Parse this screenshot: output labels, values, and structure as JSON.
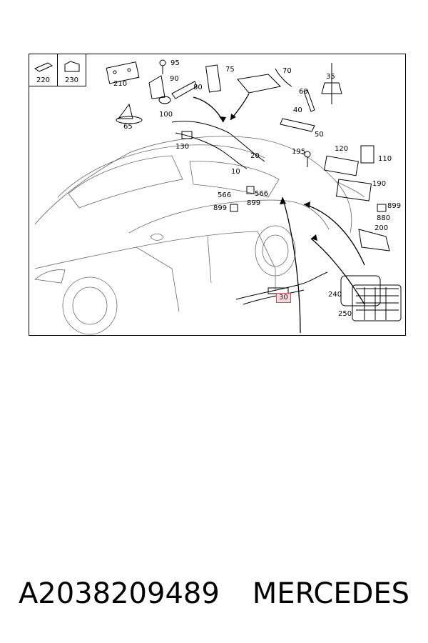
{
  "thumbnails": [
    {
      "label": "220",
      "icon": "strip-icon"
    },
    {
      "label": "230",
      "icon": "clip-icon"
    }
  ],
  "callouts": [
    {
      "id": "95",
      "label": "95"
    },
    {
      "id": "90",
      "label": "90"
    },
    {
      "id": "210",
      "label": "210"
    },
    {
      "id": "80",
      "label": "80"
    },
    {
      "id": "75",
      "label": "75"
    },
    {
      "id": "70",
      "label": "70"
    },
    {
      "id": "35",
      "label": "35"
    },
    {
      "id": "60",
      "label": "60"
    },
    {
      "id": "100",
      "label": "100"
    },
    {
      "id": "65",
      "label": "65"
    },
    {
      "id": "40",
      "label": "40"
    },
    {
      "id": "50",
      "label": "50"
    },
    {
      "id": "130",
      "label": "130"
    },
    {
      "id": "20",
      "label": "20"
    },
    {
      "id": "10",
      "label": "10"
    },
    {
      "id": "195",
      "label": "195"
    },
    {
      "id": "120",
      "label": "120"
    },
    {
      "id": "110",
      "label": "110"
    },
    {
      "id": "190",
      "label": "190"
    },
    {
      "id": "566a",
      "label": "566"
    },
    {
      "id": "566b",
      "label": "566"
    },
    {
      "id": "899a",
      "label": "899"
    },
    {
      "id": "899b",
      "label": "899"
    },
    {
      "id": "899c",
      "label": "899"
    },
    {
      "id": "880",
      "label": "880"
    },
    {
      "id": "200",
      "label": "200"
    },
    {
      "id": "240",
      "label": "240"
    },
    {
      "id": "250",
      "label": "250"
    },
    {
      "id": "30",
      "label": "30",
      "highlighted": true
    }
  ],
  "caption": {
    "part_number": "A2038209489",
    "brand": "MERCEDES"
  },
  "colors": {
    "highlight_fill": "#f7d8dc",
    "highlight_border": "#d0505a",
    "line": "#000000"
  }
}
